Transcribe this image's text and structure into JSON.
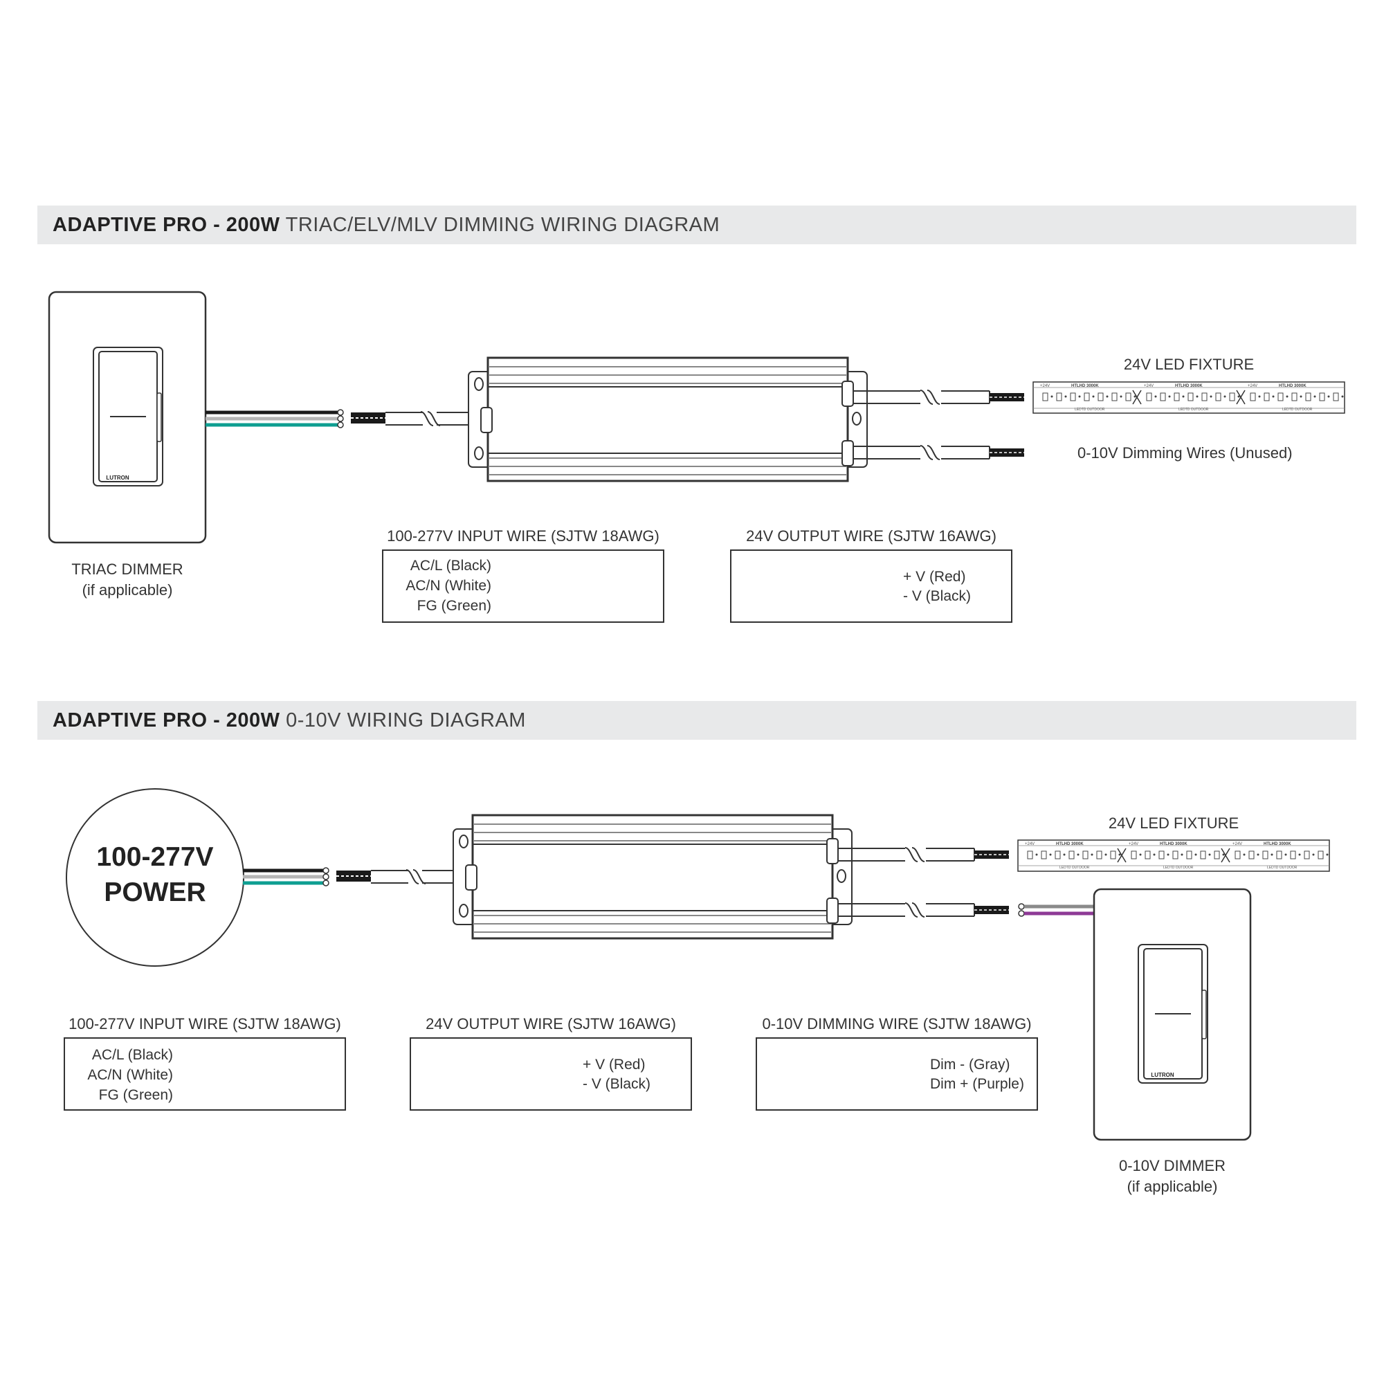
{
  "section1": {
    "title_bold": "ADAPTIVE PRO - 200W",
    "title_light": "TRIAC/ELV/MLV DIMMING WIRING DIAGRAM",
    "dimmer_label_1": "TRIAC DIMMER",
    "dimmer_label_2": "(if applicable)",
    "fixture_label": "24V LED FIXTURE",
    "dimming_unused_label": "0-10V Dimming Wires (Unused)",
    "input_wire": {
      "title": "100-277V INPUT WIRE (SJTW 18AWG)",
      "lines": [
        "AC/L (Black)",
        "AC/N (White)",
        "FG (Green)"
      ]
    },
    "output_wire": {
      "title": "24V OUTPUT WIRE (SJTW 16AWG)",
      "lines": [
        "+ V (Red)",
        "- V (Black)"
      ]
    }
  },
  "section2": {
    "title_bold": "ADAPTIVE PRO - 200W",
    "title_light": "0-10V WIRING DIAGRAM",
    "power_line1": "100-277V",
    "power_line2": "POWER",
    "fixture_label": "24V LED FIXTURE",
    "dimmer_label_1": "0-10V DIMMER",
    "dimmer_label_2": "(if applicable)",
    "input_wire": {
      "title": "100-277V INPUT WIRE (SJTW 18AWG)",
      "lines": [
        "AC/L (Black)",
        "AC/N (White)",
        "FG (Green)"
      ]
    },
    "output_wire": {
      "title": "24V OUTPUT WIRE (SJTW 16AWG)",
      "lines": [
        "+ V (Red)",
        "- V (Black)"
      ]
    },
    "dimming_wire": {
      "title": "0-10V DIMMING WIRE (SJTW 18AWG)",
      "lines": [
        "Dim - (Gray)",
        "Dim + (Purple)"
      ]
    }
  },
  "dimmer_brand": "LUTRON",
  "strip_text": {
    "plus": "+24V",
    "model": "HTLHD 3000K",
    "brand": "LEDTD OUTDOOR"
  },
  "colors": {
    "black_wire": "#1a1a1a",
    "white_wire": "#ffffff",
    "green_wire": "#0e9e91",
    "red_wire": "#e31e24",
    "gray_wire": "#8a8a8a",
    "purple_wire": "#8e3a96",
    "header_bg": "#e8e9ea"
  }
}
